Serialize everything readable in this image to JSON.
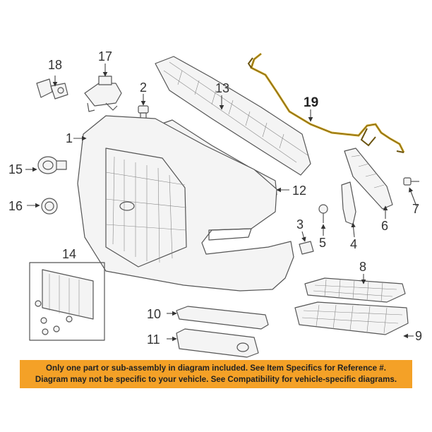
{
  "callouts": {
    "c1": "1",
    "c2": "2",
    "c3": "3",
    "c4": "4",
    "c5": "5",
    "c6": "6",
    "c7": "7",
    "c8": "8",
    "c9": "9",
    "c10": "10",
    "c11": "11",
    "c12": "12",
    "c13": "13",
    "c14": "14",
    "c15": "15",
    "c16": "16",
    "c17": "17",
    "c18": "18",
    "c19": "19"
  },
  "notice": {
    "line1": "Only one part or sub-assembly in diagram included. See Item Specifics for Reference #.",
    "line2": "Diagram may not be specific to your vehicle. See Compatibility for vehicle-specific diagrams."
  },
  "colors": {
    "notice_bg": "#f4a127",
    "wiring_harness": "#c9a227"
  }
}
